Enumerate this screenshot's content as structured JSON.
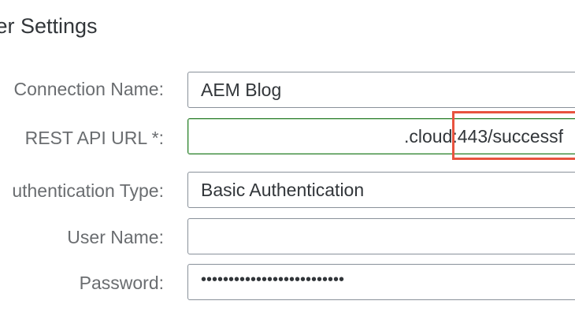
{
  "section": {
    "title": "rver Settings"
  },
  "fields": {
    "connection_name": {
      "label": "Connection Name:",
      "value": "AEM Blog"
    },
    "rest_api_url": {
      "label": "REST API URL *:",
      "value": ".cloud:443/successf"
    },
    "authentication_type": {
      "label": "uthentication Type:",
      "value": "Basic Authentication"
    },
    "user_name": {
      "label": "User Name:",
      "value": ""
    },
    "password": {
      "label": "Password:",
      "value": "••••••••••••••••••••••••••"
    }
  },
  "colors": {
    "valid_border": "#2b7d2b",
    "highlight_annotation": "#e8533f"
  }
}
